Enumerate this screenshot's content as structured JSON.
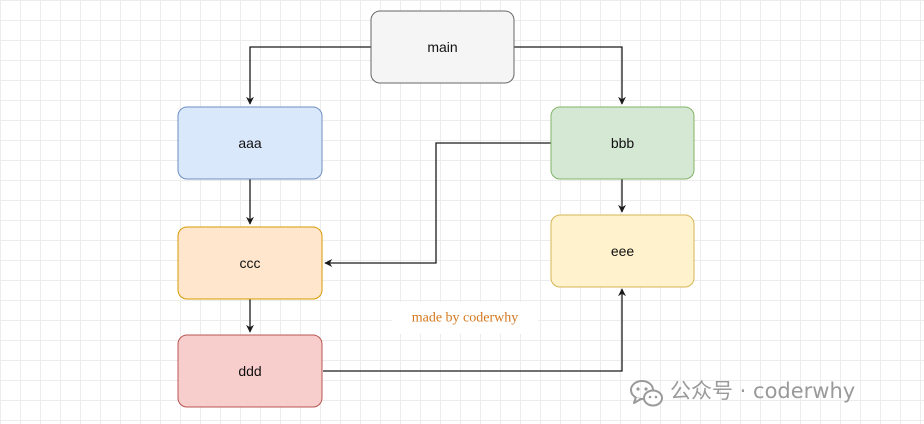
{
  "diagram": {
    "nodes": {
      "main": {
        "label": "main",
        "fill": "#f5f5f5",
        "stroke": "#666666"
      },
      "aaa": {
        "label": "aaa",
        "fill": "#dae8fc",
        "stroke": "#6c8ebf"
      },
      "bbb": {
        "label": "bbb",
        "fill": "#d5e8d4",
        "stroke": "#82b366"
      },
      "ccc": {
        "label": "ccc",
        "fill": "#ffe6cc",
        "stroke": "#d79b00"
      },
      "ddd": {
        "label": "ddd",
        "fill": "#f8cecc",
        "stroke": "#b85450"
      },
      "eee": {
        "label": "eee",
        "fill": "#fff2cc",
        "stroke": "#d6b656"
      }
    },
    "edges": [
      {
        "from": "main",
        "to": "aaa"
      },
      {
        "from": "main",
        "to": "bbb"
      },
      {
        "from": "aaa",
        "to": "ccc"
      },
      {
        "from": "bbb",
        "to": "ccc"
      },
      {
        "from": "bbb",
        "to": "eee"
      },
      {
        "from": "ccc",
        "to": "ddd"
      },
      {
        "from": "ddd",
        "to": "eee"
      }
    ]
  },
  "watermark": {
    "text": "made by coderwhy",
    "color": "#d4781f"
  },
  "brand": {
    "icon": "wechat-icon",
    "text": "公众号 · coderwhy",
    "color": "#9a9a9a"
  }
}
